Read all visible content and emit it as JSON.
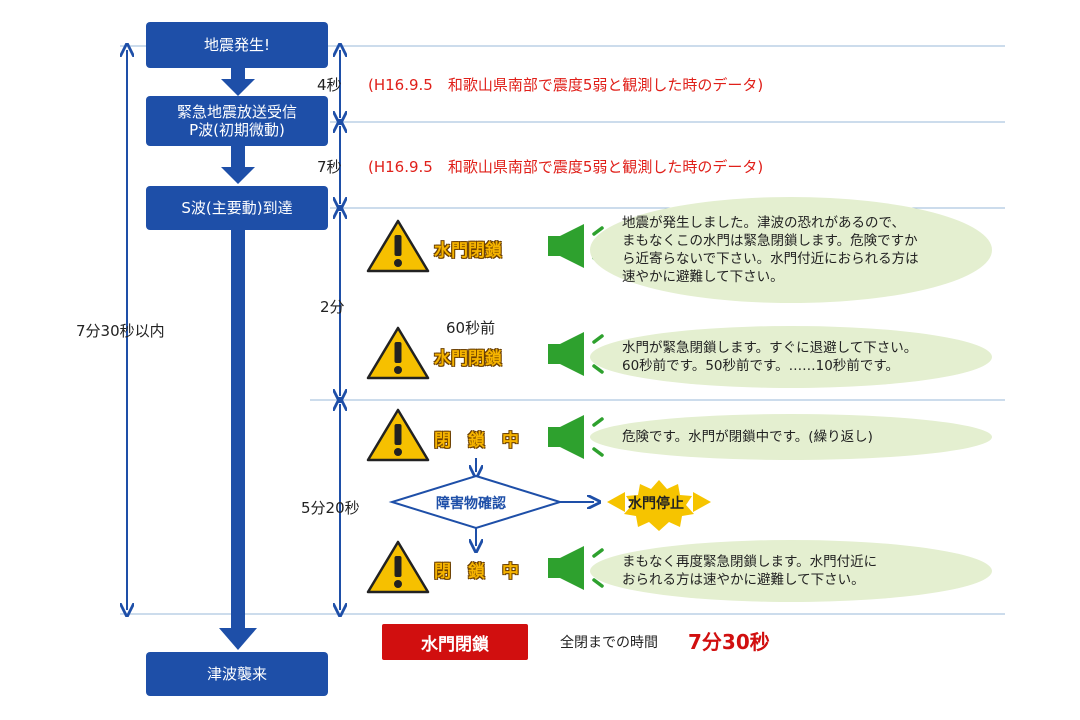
{
  "steps": {
    "quake": "地震発生!",
    "alert_line1": "緊急地震放送受信",
    "alert_line2": "P波(初期微動)",
    "s_wave": "S波(主要動)到達",
    "tsunami": "津波襲来"
  },
  "durations": {
    "d1": "4秒",
    "d2": "7秒",
    "d3": "2分",
    "d4": "5分20秒",
    "overall": "7分30秒以内"
  },
  "source_note": "(H16.9.5　和歌山県南部で震度5弱と観測した時のデータ)",
  "sequence": [
    {
      "pre_label": "",
      "state": "水門閉鎖",
      "message": "地震が発生しました。津波の恐れがあるので、\nまもなくこの水門は緊急閉鎖します。危険ですか\nら近寄らないで下さい。水門付近におられる方は\n速やかに避難して下さい。"
    },
    {
      "pre_label": "60秒前",
      "state": "水門閉鎖",
      "message": "水門が緊急閉鎖します。すぐに退避して下さい。\n60秒前です。50秒前です。……10秒前です。"
    },
    {
      "pre_label": "",
      "state": "閉　鎖　中",
      "message": "危険です。水門が閉鎖中です。(繰り返し)"
    },
    {
      "pre_label": "",
      "state": "閉　鎖　中",
      "message": "まもなく再度緊急閉鎖します。水門付近に\nおられる方は速やかに避難して下さい。"
    }
  ],
  "decision": {
    "check": "障害物確認",
    "stop": "水門停止"
  },
  "result": {
    "closed": "水門閉鎖",
    "total_label": "全閉までの時間",
    "total_value": "7分30秒"
  },
  "colors": {
    "flow_blue": "#1e4fa8",
    "warning_yellow": "#f6b400",
    "speaker_green": "#2ea12e",
    "bubble_green": "#e4efd0",
    "alert_red": "#d10f0f"
  },
  "icons": [
    "warning-triangle-icon",
    "speaker-icon",
    "arrow-down-icon",
    "arrow-right-icon",
    "starburst-icon"
  ]
}
